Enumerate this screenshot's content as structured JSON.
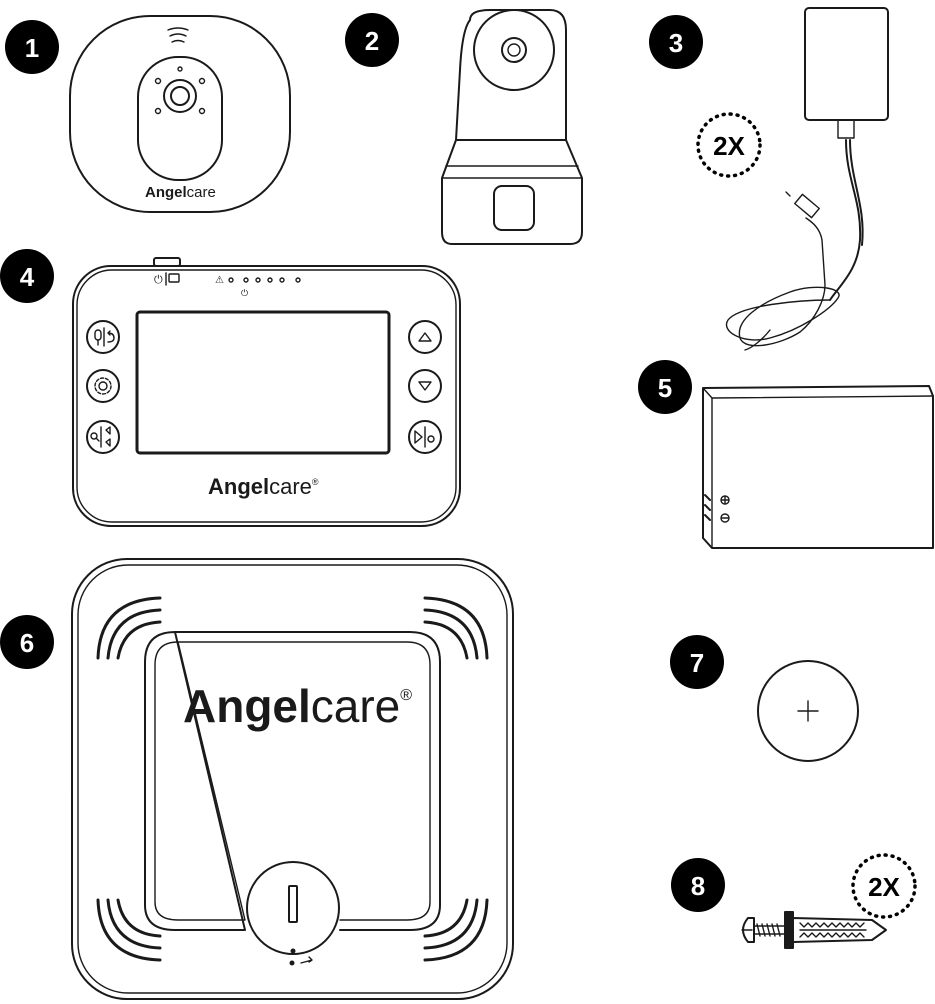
{
  "brand": {
    "name_bold": "Angel",
    "name_light": "care",
    "registered": "®"
  },
  "items": [
    {
      "number": "1"
    },
    {
      "number": "2"
    },
    {
      "number": "3",
      "quantity": "2X"
    },
    {
      "number": "4"
    },
    {
      "number": "5"
    },
    {
      "number": "6"
    },
    {
      "number": "7"
    },
    {
      "number": "8",
      "quantity": "2X"
    }
  ],
  "colors": {
    "ink": "#1a1a1a",
    "badge": "#000000",
    "background": "#ffffff"
  }
}
